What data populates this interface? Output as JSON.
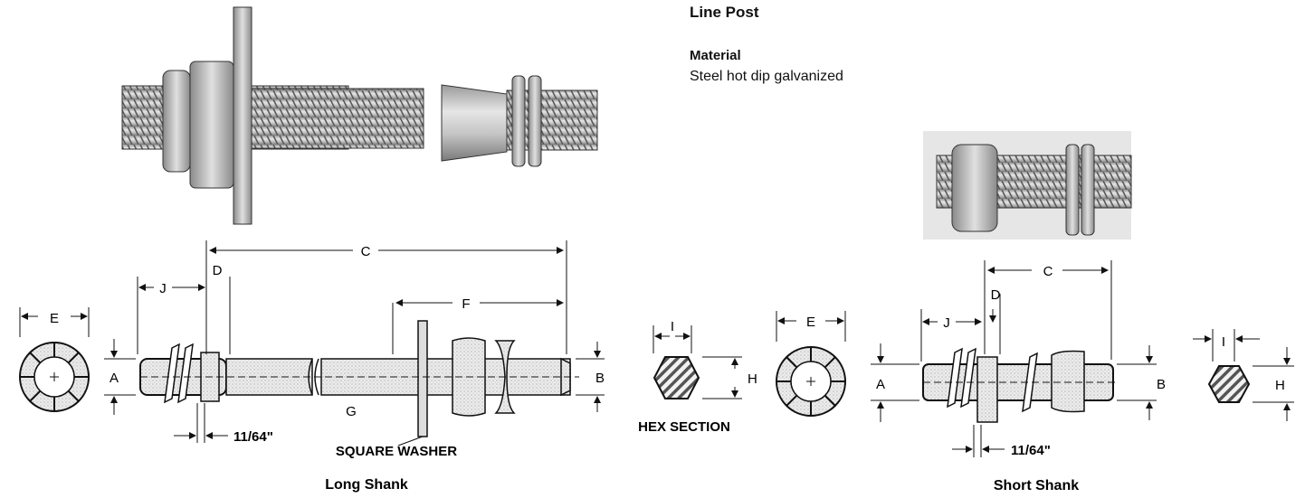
{
  "header": {
    "title": "Line Post",
    "material_heading": "Material",
    "material_value": "Steel hot dip galvanized"
  },
  "long_shank": {
    "caption": "Long Shank",
    "dims": {
      "c": "C",
      "d": "D",
      "j": "J",
      "f": "F",
      "a": "A",
      "b": "B",
      "g": "G",
      "e": "E"
    },
    "thickness": "11/64\"",
    "washer_label": "SQUARE WASHER"
  },
  "hex_section": {
    "label": "HEX SECTION",
    "dims": {
      "i": "I",
      "h": "H"
    }
  },
  "short_shank": {
    "caption": "Short Shank",
    "dims": {
      "c": "C",
      "d": "D",
      "j": "J",
      "a": "A",
      "b": "B",
      "e": "E",
      "i": "I",
      "h": "H"
    },
    "thickness": "11/64\""
  },
  "colors": {
    "line": "#111111",
    "metal": "#d2d2d2",
    "metal_dark": "#8c8c8c",
    "stipple": "#e3e3e3"
  }
}
